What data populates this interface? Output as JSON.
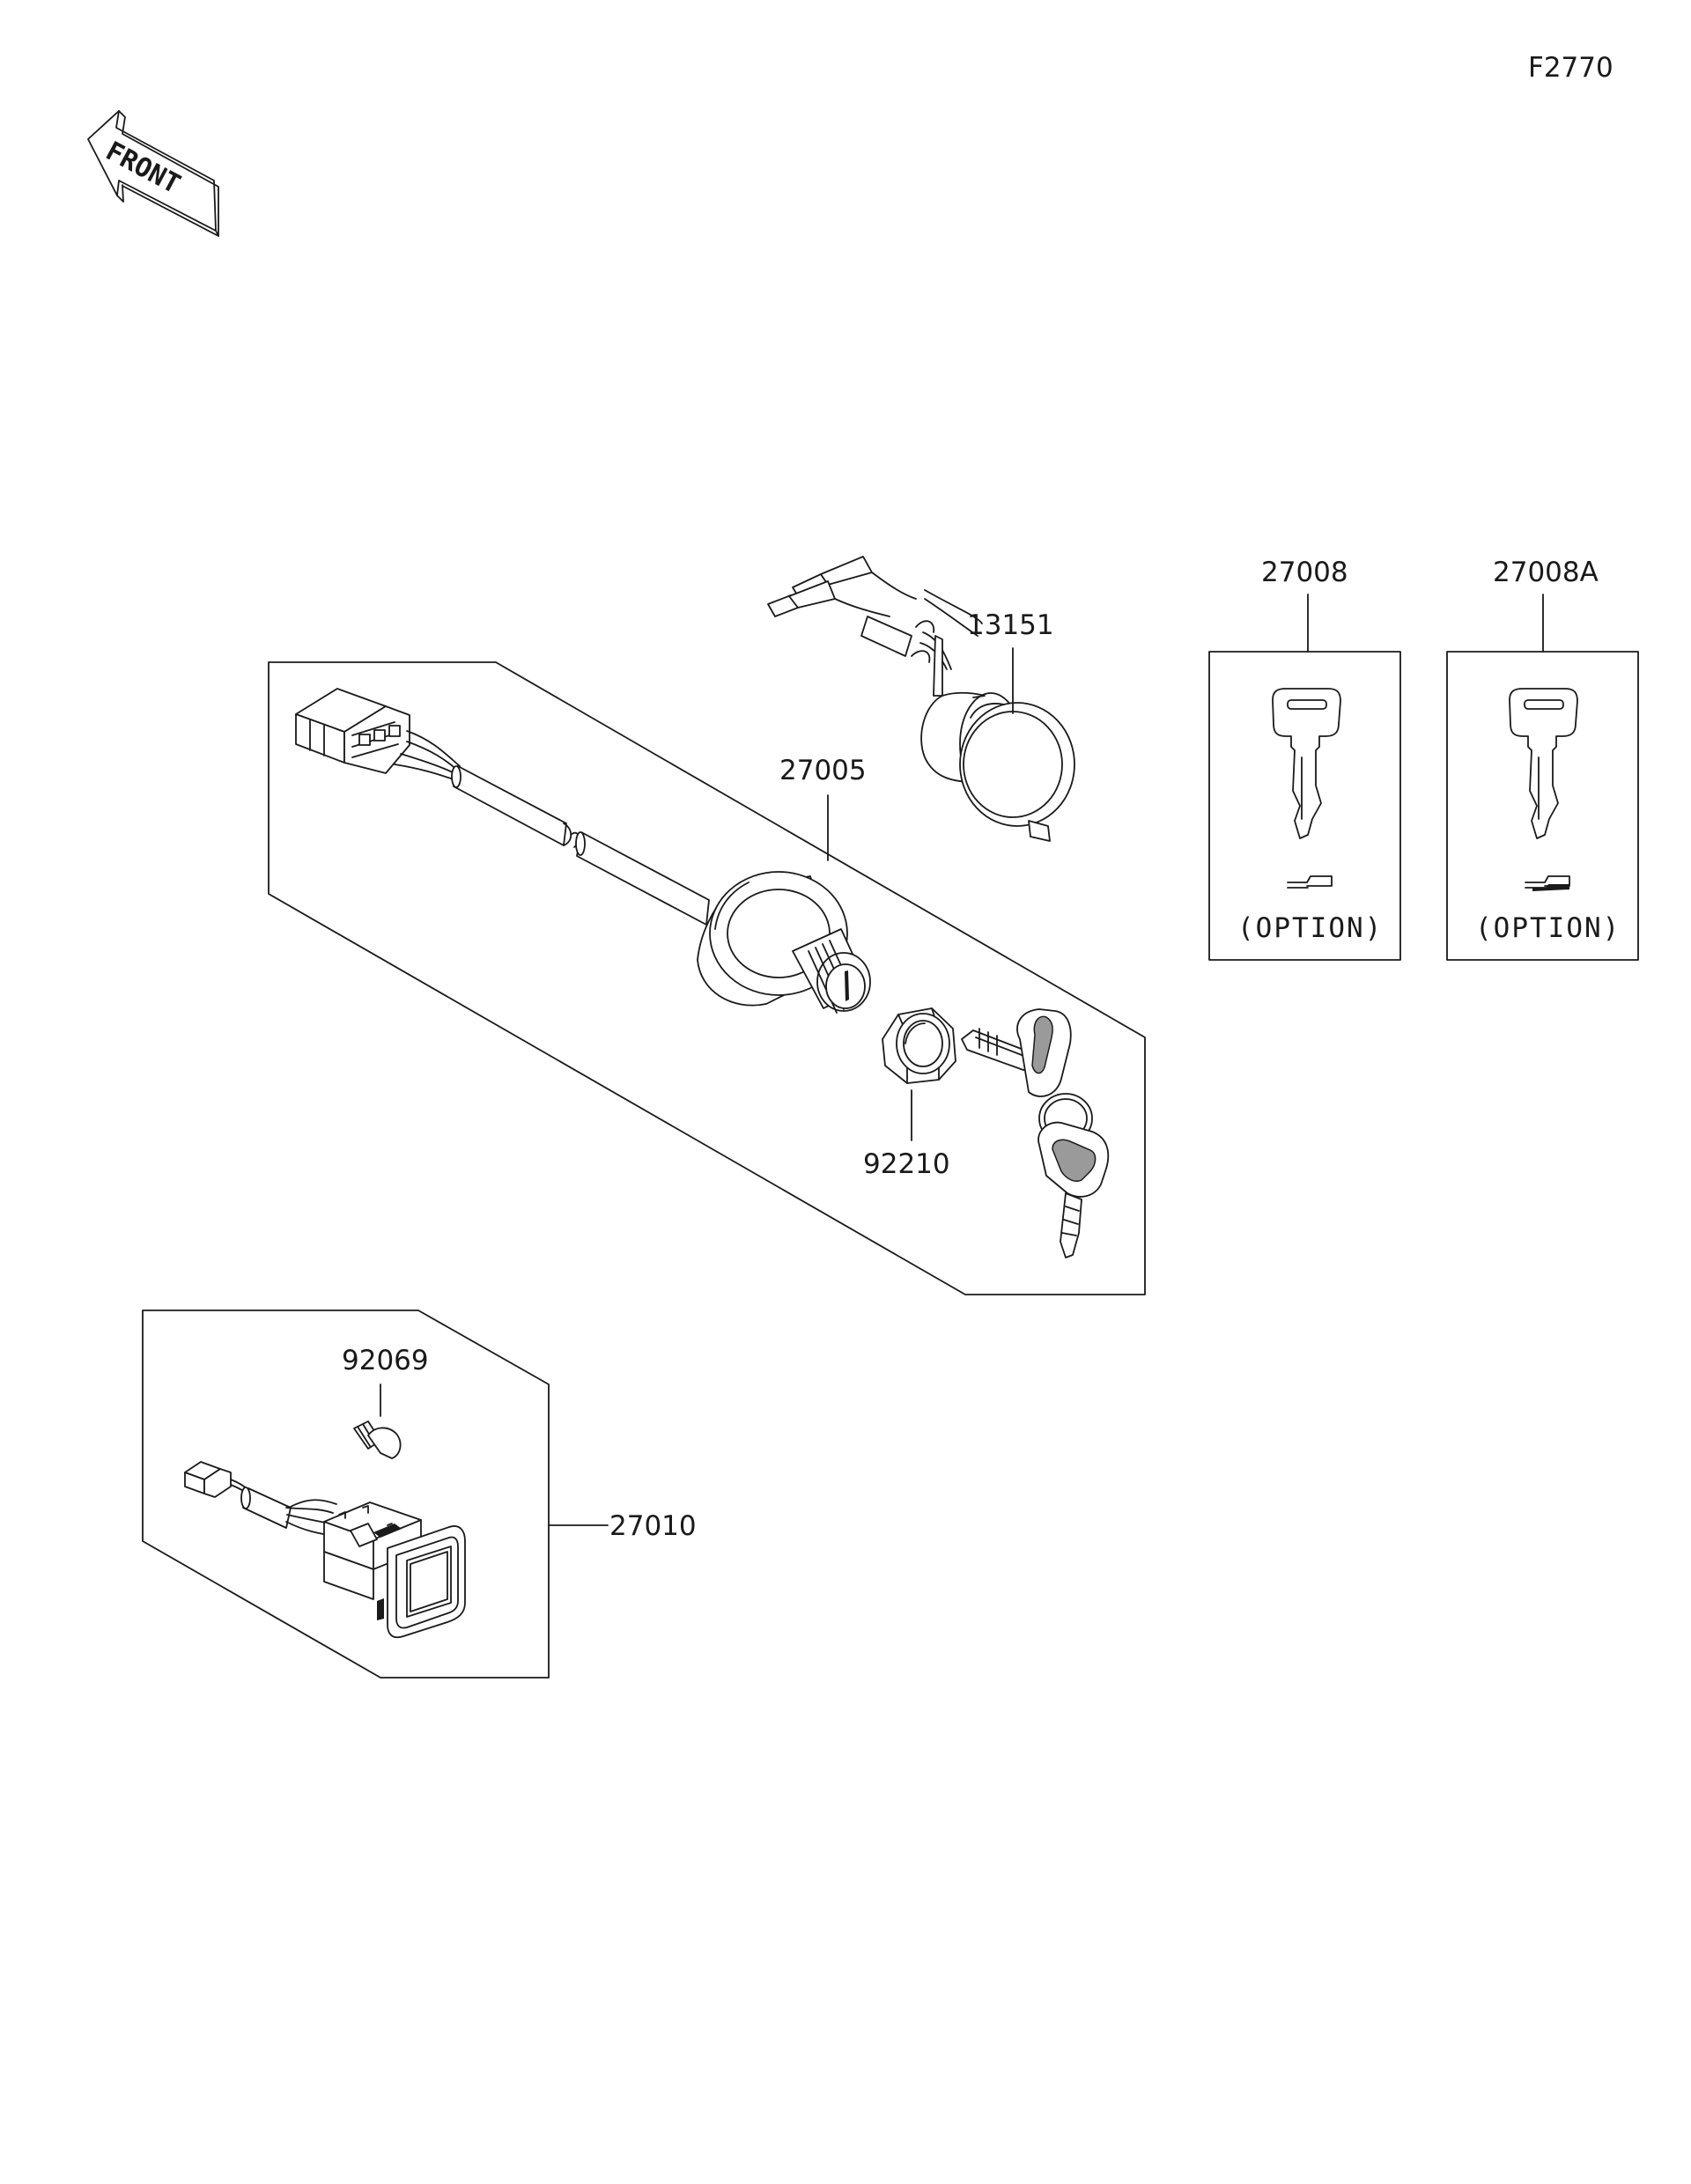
{
  "figure_code": "F2770",
  "front_label": "FRONT",
  "parts": {
    "p13151": "13151",
    "p27005": "27005",
    "p92210": "92210",
    "p27008": "27008",
    "p27008a": "27008A",
    "p92069": "92069",
    "p27010": "27010"
  },
  "option_label": "(OPTION)"
}
